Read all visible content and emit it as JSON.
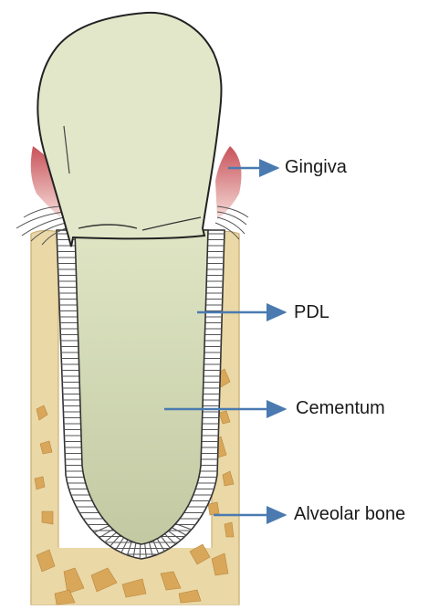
{
  "labels": {
    "gingiva": "Gingiva",
    "pdl": "PDL",
    "cementum": "Cementum",
    "alveolar_bone": "Alveolar bone"
  },
  "colors": {
    "arrow": "#4a7ab0",
    "bone": "#ead8a6",
    "bone_edge": "#cdb27a",
    "trabecula": "#d9a75a",
    "crown": "#e2e7c9",
    "root_top": "#dfe5c4",
    "root_bottom": "#c2c9a2",
    "gingiva_dark": "#c8525a",
    "gingiva_light": "#f2d6d3",
    "pdl_fill": "#ffffff",
    "outline": "#222222"
  }
}
